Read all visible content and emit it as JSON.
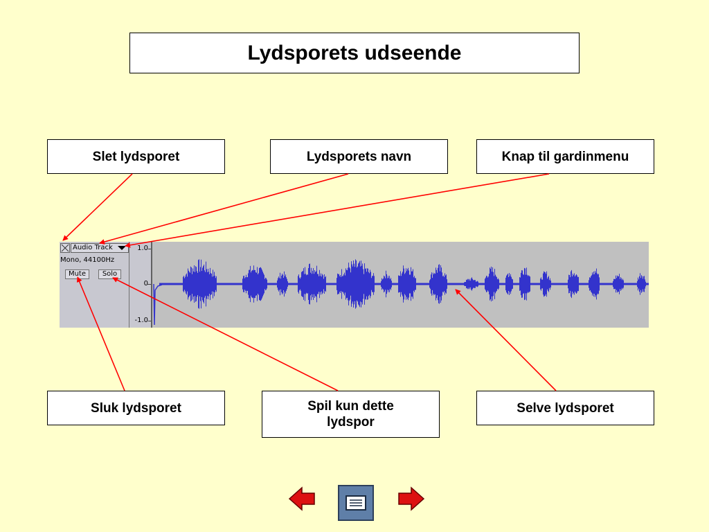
{
  "title": "Lydsporets udseende",
  "labels": {
    "delete_track": "Slet lydsporet",
    "track_name": "Lydsporets navn",
    "dropdown_button": "Knap til gardinmenu",
    "mute_track": "Sluk lydsporet",
    "solo_line1": "Spil kun dette",
    "solo_line2": "lydspor",
    "the_track": "Selve lydsporet"
  },
  "track": {
    "name": "Audio Track",
    "format": "Mono, 44100Hz",
    "mute_label": "Mute",
    "solo_label": "Solo",
    "scale_top": "1.0",
    "scale_mid": "0",
    "scale_bottom": "-1.0"
  },
  "colors": {
    "background": "#ffffcc",
    "arrow": "#ff0000",
    "waveform": "#3333cc",
    "nav_arrow": "#dd1111"
  },
  "icons": {
    "close": "close-x-icon",
    "dropdown": "triangle-down-icon",
    "prev": "red-left-arrow-icon",
    "next": "red-right-arrow-icon",
    "menu": "list-menu-icon"
  }
}
